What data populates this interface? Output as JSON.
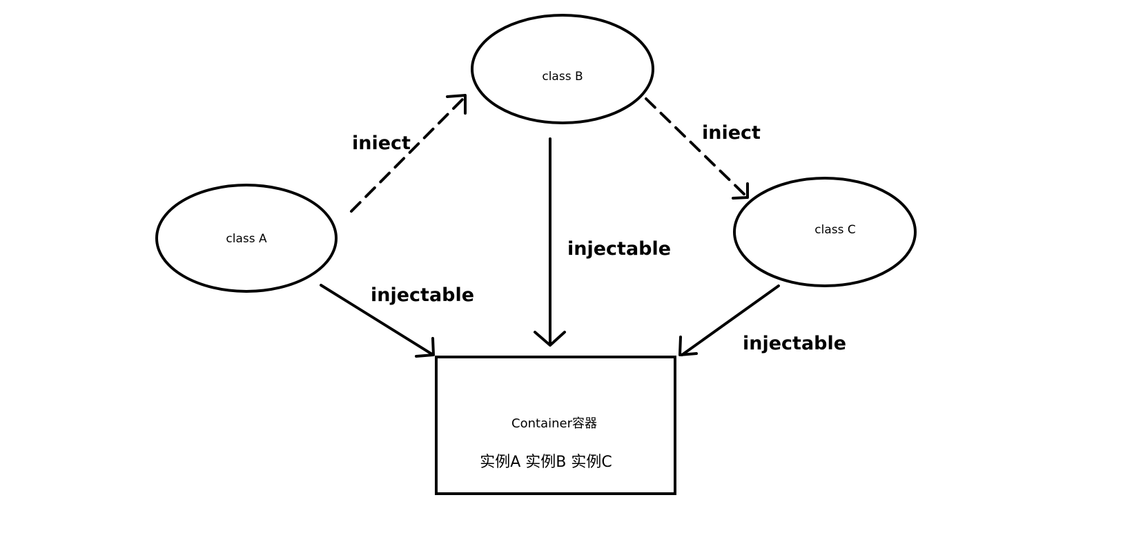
{
  "nodes": {
    "class_a": {
      "label": "class A"
    },
    "class_b": {
      "label": "class B"
    },
    "class_c": {
      "label": "class C"
    }
  },
  "container": {
    "title": "Container容器",
    "instances": "实例A 实例B 实例C"
  },
  "edges": {
    "a_to_b": {
      "label": "iniect",
      "style": "dashed"
    },
    "b_to_c": {
      "label": "iniect",
      "style": "dashed"
    },
    "a_to_container": {
      "label": "injectable",
      "style": "solid"
    },
    "b_to_container": {
      "label": "injectable",
      "style": "solid"
    },
    "c_to_container": {
      "label": "injectable",
      "style": "solid"
    }
  }
}
